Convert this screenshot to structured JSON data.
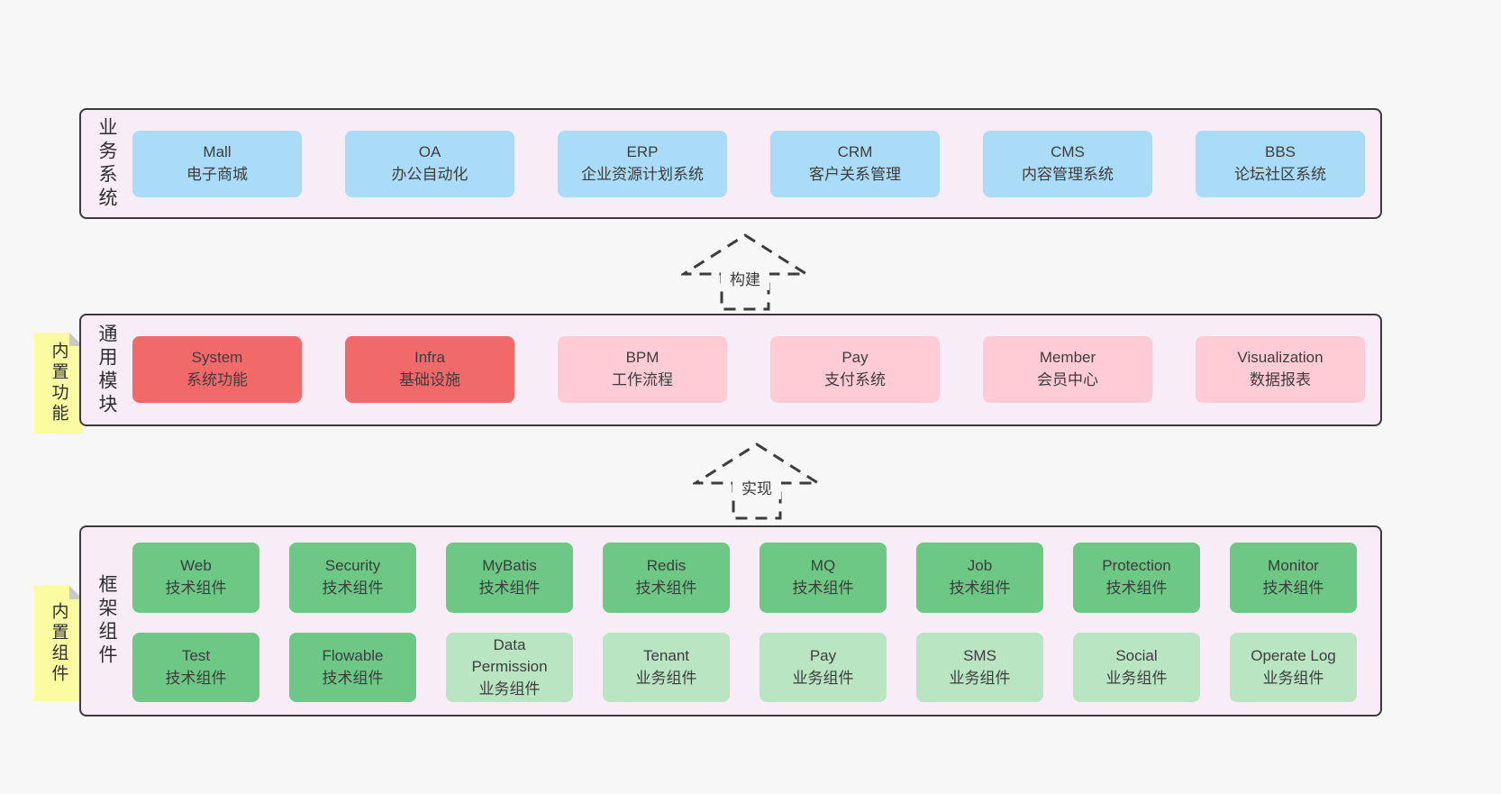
{
  "colors": {
    "page_bg": "#f7f7f7",
    "band_bg": "#f8ecf6",
    "band_border": "#3b3b3b",
    "blue_box": "#aadcf7",
    "red_box": "#f2696a",
    "pink_box": "#ffccd5",
    "green_dark_box": "#6dc785",
    "green_light_box": "#b9e5c2",
    "sticky_yellow": "#fbfba1",
    "sticky_fold_gray": "#c9c9c9",
    "text": "#3d3d3d"
  },
  "arrows": {
    "build": "构建",
    "implement": "实现"
  },
  "bands": {
    "business": {
      "label": "业务系统",
      "boxes": [
        {
          "title": "Mall",
          "subtitle": "电子商城"
        },
        {
          "title": "OA",
          "subtitle": "办公自动化"
        },
        {
          "title": "ERP",
          "subtitle": "企业资源计划系统"
        },
        {
          "title": "CRM",
          "subtitle": "客户关系管理"
        },
        {
          "title": "CMS",
          "subtitle": "内容管理系统"
        },
        {
          "title": "BBS",
          "subtitle": "论坛社区系统"
        }
      ]
    },
    "modules": {
      "label": "通用模块",
      "note": "内置功能",
      "boxes": [
        {
          "title": "System",
          "subtitle": "系统功能"
        },
        {
          "title": "Infra",
          "subtitle": "基础设施"
        },
        {
          "title": "BPM",
          "subtitle": "工作流程"
        },
        {
          "title": "Pay",
          "subtitle": "支付系统"
        },
        {
          "title": "Member",
          "subtitle": "会员中心"
        },
        {
          "title": "Visualization",
          "subtitle": "数据报表"
        }
      ]
    },
    "framework": {
      "label": "框架组件",
      "note": "内置组件",
      "row1": [
        {
          "title": "Web",
          "subtitle": "技术组件"
        },
        {
          "title": "Security",
          "subtitle": "技术组件"
        },
        {
          "title": "MyBatis",
          "subtitle": "技术组件"
        },
        {
          "title": "Redis",
          "subtitle": "技术组件"
        },
        {
          "title": "MQ",
          "subtitle": "技术组件"
        },
        {
          "title": "Job",
          "subtitle": "技术组件"
        },
        {
          "title": "Protection",
          "subtitle": "技术组件"
        },
        {
          "title": "Monitor",
          "subtitle": "技术组件"
        }
      ],
      "row2": [
        {
          "title": "Test",
          "subtitle": "技术组件"
        },
        {
          "title": "Flowable",
          "subtitle": "技术组件"
        },
        {
          "title": "Data Permission",
          "subtitle": "业务组件"
        },
        {
          "title": "Tenant",
          "subtitle": "业务组件"
        },
        {
          "title": "Pay",
          "subtitle": "业务组件"
        },
        {
          "title": "SMS",
          "subtitle": "业务组件"
        },
        {
          "title": "Social",
          "subtitle": "业务组件"
        },
        {
          "title": "Operate Log",
          "subtitle": "业务组件"
        }
      ]
    }
  }
}
